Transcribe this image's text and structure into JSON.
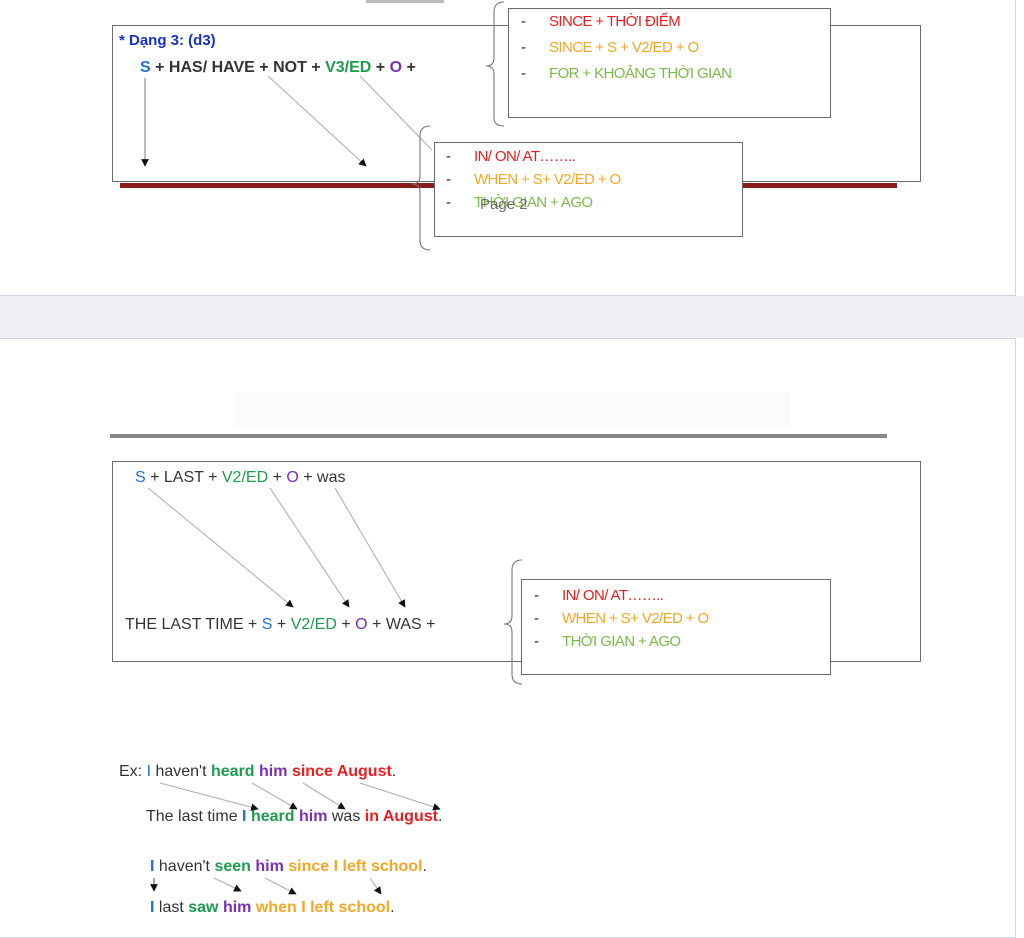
{
  "section1": {
    "heading": "* Dạng 3:  (d3)",
    "formula": {
      "s": "S",
      "p1": " + HAS/ HAVE + NOT + ",
      "v": "V3/ED",
      "p2": " + ",
      "o": "O",
      "p3": " +"
    },
    "since_list": [
      "SINCE + THỜI ĐIỂM",
      "SINCE + S + V2/ED + O",
      "FOR + KHOẢNG THỜI GIAN"
    ],
    "time_list": [
      "IN/ ON/ AT……..",
      "WHEN + S+ V2/ED + O",
      "THỜI GIAN + AGO"
    ],
    "page_label": "Page 2"
  },
  "section2": {
    "formula_top": {
      "s": "S",
      "p1": " + LAST + ",
      "v": "V2/ED",
      "p2": " + ",
      "o": "O",
      "p3": " + was"
    },
    "formula_bottom": {
      "t1": "THE LAST TIME + ",
      "s": "S",
      "p1": " + ",
      "v": "V2/ED",
      "p2": " + ",
      "o": "O",
      "p3": " + WAS +"
    },
    "time_list": [
      "IN/ ON/ AT……..",
      "WHEN + S+ V2/ED + O",
      "THỜI GIAN + AGO"
    ]
  },
  "examples": {
    "ex1": {
      "prefix": "Ex: ",
      "i": "I",
      "w1": " haven't ",
      "verb": "heard",
      "sp1": " ",
      "obj": "him",
      "sp2": " ",
      "time": "since August",
      "end": "."
    },
    "ex2": {
      "w1": "The last time ",
      "i": "I",
      "sp0": " ",
      "verb": "heard",
      "sp1": " ",
      "obj": "him",
      "w2": " was ",
      "time": "in August",
      "end": "."
    },
    "ex3": {
      "i": "I",
      "w1": " haven't ",
      "verb": "seen",
      "sp1": " ",
      "obj": "him",
      "sp2": " ",
      "time": "since I left school",
      "end": "."
    },
    "ex4": {
      "i": "I",
      "w1": " last ",
      "verb": "saw",
      "sp1": " ",
      "obj": "him",
      "sp2": " ",
      "time": "when I left school",
      "end": "."
    }
  },
  "colors": {
    "subject": "#1f6fd0",
    "verb": "#1e9c4c",
    "object": "#7a2fb0",
    "red": "#ee1c1c",
    "orange": "#f5a623",
    "light_green": "#7cb84a"
  }
}
